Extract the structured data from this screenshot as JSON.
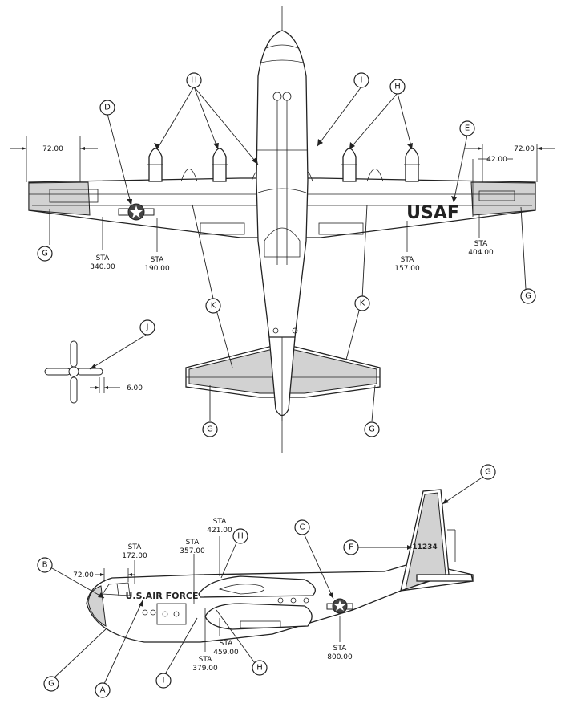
{
  "callouts": {
    "A": "A",
    "B": "B",
    "C": "C",
    "D": "D",
    "E": "E",
    "F": "F",
    "G": "G",
    "H": "H",
    "I": "I",
    "J": "J",
    "K": "K"
  },
  "dimensions": {
    "left_wingtip_width": "72.00",
    "right_wingtip_width": "72.00",
    "usaf_offset": "42.00",
    "nose_width": "72.00",
    "prop_blade_width": "6.00"
  },
  "stations_top": {
    "sta_340": {
      "label": "STA",
      "value": "340.00"
    },
    "sta_190": {
      "label": "STA",
      "value": "190.00"
    },
    "sta_157": {
      "label": "STA",
      "value": "157.00"
    },
    "sta_404": {
      "label": "STA",
      "value": "404.00"
    }
  },
  "stations_side": {
    "sta_172": {
      "label": "STA",
      "value": "172.00"
    },
    "sta_357": {
      "label": "STA",
      "value": "357.00"
    },
    "sta_421": {
      "label": "STA",
      "value": "421.00"
    },
    "sta_459": {
      "label": "STA",
      "value": "459.00"
    },
    "sta_379": {
      "label": "STA",
      "value": "379.00"
    },
    "sta_800": {
      "label": "STA",
      "value": "800.00"
    }
  },
  "markings": {
    "usaf": "USAF",
    "us_air_force": "U.S.AIR FORCE",
    "serial": "11234"
  }
}
